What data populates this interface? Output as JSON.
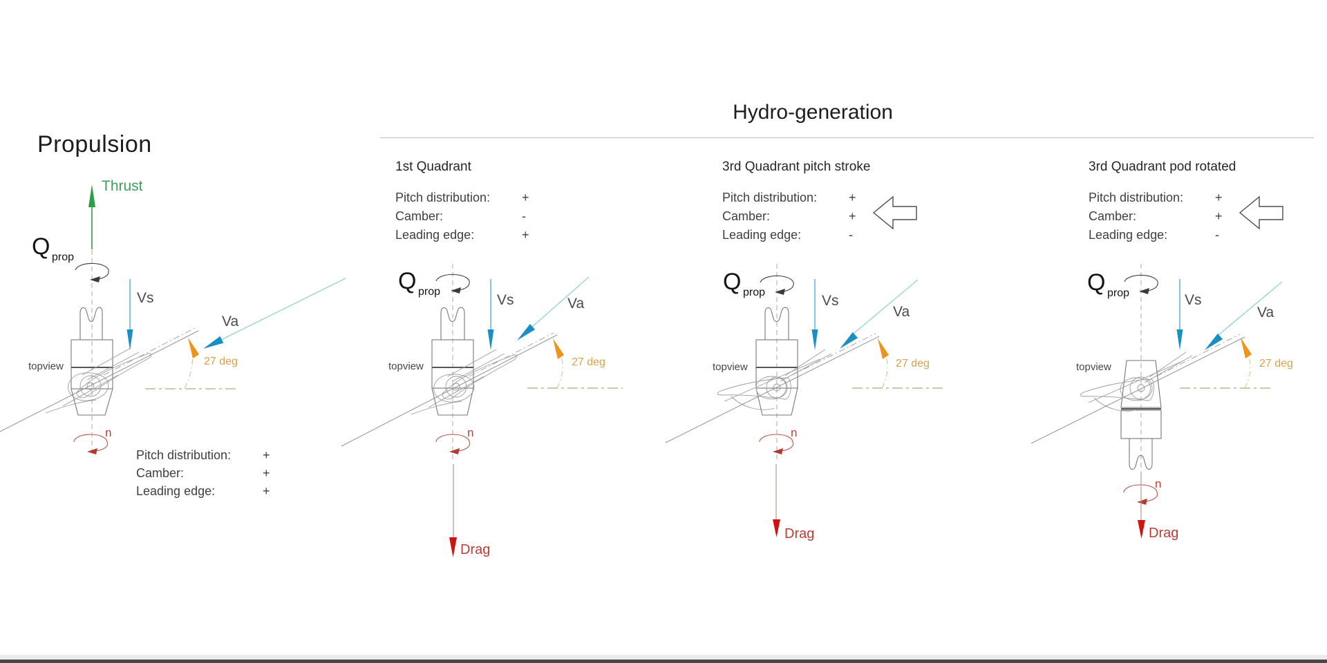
{
  "slide": {
    "left_title": "Propulsion",
    "right_title": "Hydro-generation"
  },
  "diagram_labels": {
    "torque": "Q",
    "torque_sub": "prop",
    "ship_speed": "Vs",
    "advance_speed": "Va",
    "angle": "27 deg",
    "view": "topview",
    "rotation": "n"
  },
  "panels": [
    {
      "name": "propulsion",
      "heading": "",
      "force": "Thrust",
      "table": {
        "rows": [
          {
            "label": "Pitch distribution:",
            "value": "+"
          },
          {
            "label": "Camber:",
            "value": "+"
          },
          {
            "label": "Leading edge:",
            "value": "+"
          }
        ]
      }
    },
    {
      "name": "first-quadrant",
      "heading": "1st Quadrant",
      "force": "Drag",
      "table": {
        "rows": [
          {
            "label": "Pitch distribution:",
            "value": "+"
          },
          {
            "label": "Camber:",
            "value": "-"
          },
          {
            "label": "Leading edge:",
            "value": "+"
          }
        ]
      }
    },
    {
      "name": "third-quadrant-pitch-stroke",
      "heading": "3rd Quadrant pitch stroke",
      "force": "Drag",
      "table": {
        "rows": [
          {
            "label": "Pitch distribution:",
            "value": "+"
          },
          {
            "label": "Camber:",
            "value": "+"
          },
          {
            "label": "Leading edge:",
            "value": "-"
          }
        ]
      }
    },
    {
      "name": "third-quadrant-pod-rotated",
      "heading": "3rd Quadrant pod rotated",
      "force": "Drag",
      "table": {
        "rows": [
          {
            "label": "Pitch distribution:",
            "value": "+"
          },
          {
            "label": "Camber:",
            "value": "+"
          },
          {
            "label": "Leading edge:",
            "value": "-"
          }
        ]
      }
    }
  ],
  "colors": {
    "thrust_green": "#2e9e4b",
    "vs_blue": "#1a8fc4",
    "va_cyan": "#97d1db",
    "angle_orange": "#f0931d",
    "angle_text_orange": "#d9a14a",
    "rotation_red": "#c23b2a",
    "drag_red": "#cf1310",
    "reference_olive": "#b3a878",
    "line_gray": "#919191"
  }
}
